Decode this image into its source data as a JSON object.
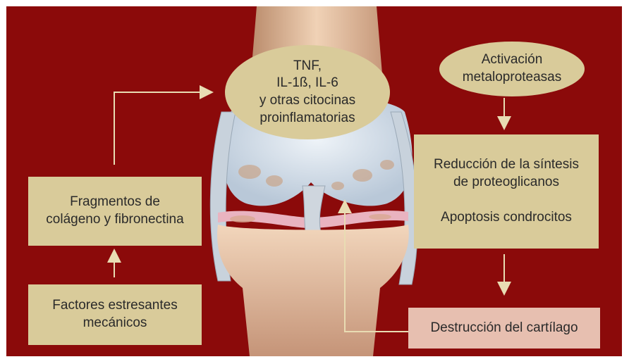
{
  "colors": {
    "background": "#8b0a0a",
    "box_fill": "#d9cb9a",
    "box_highlight": "#e7bfb0",
    "arrow": "#e9dcb3",
    "text": "#2a2a2a"
  },
  "nodes": {
    "cytokines": {
      "lines": [
        "TNF,",
        "IL-1ß, IL-6",
        "y otras citocinas",
        "proinflamatorias"
      ]
    },
    "metalloproteases": {
      "lines": [
        "Activación",
        "metaloproteasas"
      ]
    },
    "effects": {
      "line1": "Reducción de la síntesis",
      "line2": "de proteoglicanos",
      "line3": "Apoptosis condrocitos"
    },
    "fragments": {
      "lines": [
        "Fragmentos de",
        "colágeno y fibronectina"
      ]
    },
    "mechanical": {
      "lines": [
        "Factores estresantes",
        "mecánicos"
      ]
    },
    "destruction": {
      "label": "Destrucción del cartílago"
    }
  },
  "illustration": {
    "subject": "knee-joint"
  }
}
